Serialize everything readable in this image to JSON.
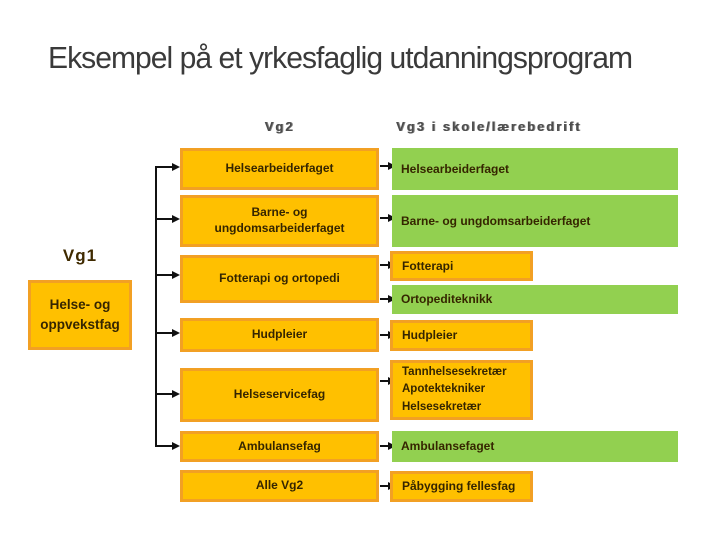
{
  "title": "Eksempel på et yrkesfaglig utdanningsprogram",
  "headers": {
    "vg2": "Vg2",
    "vg3": "Vg3 i skole/lærebedrift"
  },
  "vg1": {
    "label": "Vg1",
    "box_label": "Helse- og oppvekstfag"
  },
  "left_column": {
    "boxes": [
      {
        "label": "Helsearbeiderfaget",
        "style": "orange"
      },
      {
        "label": "Barne- og ungdomsarbeiderfaget",
        "style": "orange"
      },
      {
        "label": "Fotterapi og ortopedi",
        "style": "orange"
      },
      {
        "label": "Hudpleier",
        "style": "orange"
      },
      {
        "label": "Helseservicefag",
        "style": "orange"
      },
      {
        "label": "Ambulansefag",
        "style": "orange"
      },
      {
        "label": "Alle Vg2",
        "style": "orange"
      }
    ]
  },
  "right_column": {
    "boxes": [
      {
        "label": "Helsearbeiderfaget",
        "style": "green"
      },
      {
        "label": "Barne- og ungdomsarbeiderfaget",
        "style": "green"
      },
      {
        "label": "Fotterapi",
        "style": "orange"
      },
      {
        "label": "Ortopediteknikk",
        "style": "green"
      },
      {
        "label": "Hudpleier",
        "style": "orange"
      },
      {
        "lines": [
          "Tannhelsesekretær",
          "Apotektekniker",
          "Helsesekretær"
        ],
        "style": "orange"
      },
      {
        "label": "Ambulansefaget",
        "style": "green"
      },
      {
        "label": "Påbygging fellesfag",
        "style": "orange"
      }
    ]
  },
  "colors": {
    "orange_fill": "#FFC000",
    "orange_border": "#F2A024",
    "green_fill": "#92D050",
    "connector": "#111111",
    "title_text": "#3A3A3A",
    "box_text": "#352500",
    "header_text": "#4D4D4D"
  }
}
